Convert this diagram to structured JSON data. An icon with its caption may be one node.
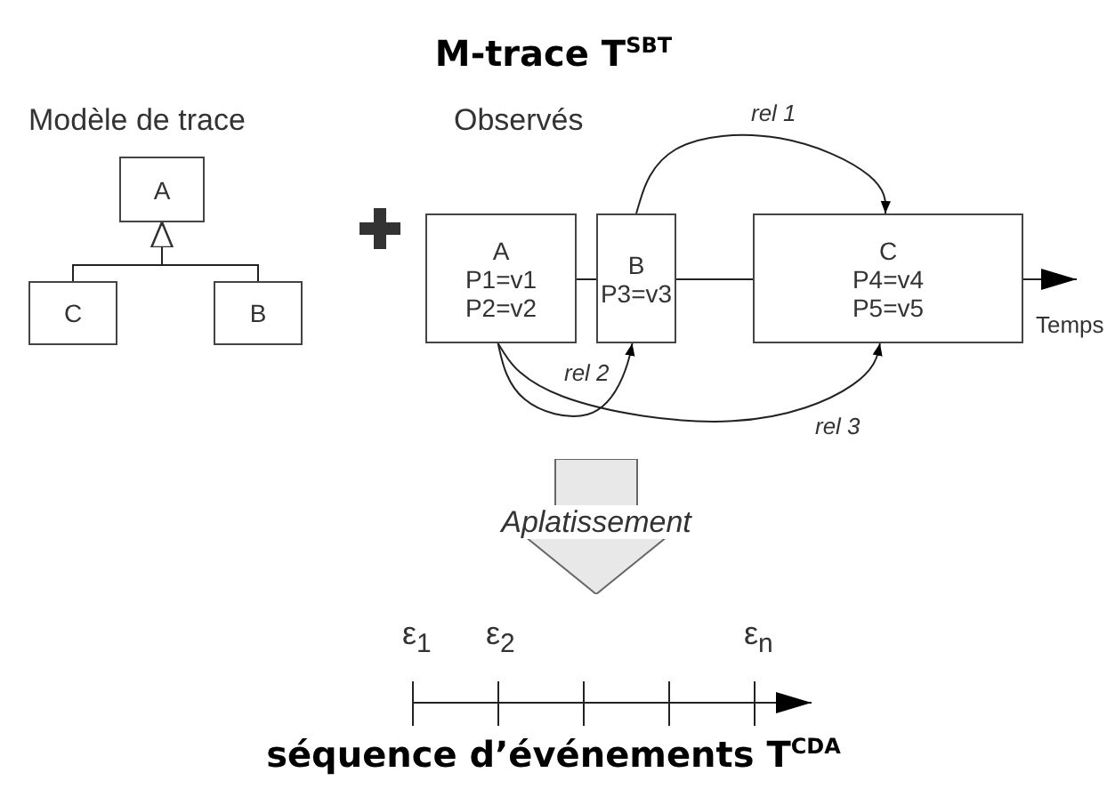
{
  "diagram": {
    "title": "M-trace T$^{SBT}$",
    "caption": "séquence d’événements T$^{CDA}$",
    "nodes": [
      {
        "text": [
          "A"
        ]
      },
      {
        "text": [
          "C"
        ]
      },
      {
        "text": [
          "B"
        ]
      },
      {
        "text": [
          "A",
          "P1=v1",
          "P2=v2"
        ]
      },
      {
        "text": [
          "B",
          "P3=v3"
        ]
      },
      {
        "text": [
          "C",
          "P4=v4",
          "P5=v5"
        ]
      },
      {
        "text": [
          "Aplatissement"
        ]
      }
    ],
    "edges": [
      {
        "from": 1,
        "to": 0,
        "arrow": "to"
      },
      {
        "from": 2,
        "to": 0,
        "arrow": "to"
      },
      {
        "from": 3,
        "to": 4,
        "arrow": "none"
      },
      {
        "from": 4,
        "to": 5,
        "arrow": "none"
      },
      {
        "from": 5,
        "to": null,
        "arrow": "to"
      },
      {
        "from": 4,
        "to": 5,
        "arrow": "to",
        "label": "rel 1"
      },
      {
        "from": 3,
        "to": 4,
        "arrow": "to",
        "label": "rel 2"
      },
      {
        "from": 3,
        "to": 5,
        "arrow": "to",
        "label": "rel 3"
      }
    ],
    "labels": [
      "Modèle de trace",
      "Observés",
      "Temps",
      "ε$_{1}$",
      "ε$_{2}$",
      "ε$_{n}$"
    ]
  }
}
